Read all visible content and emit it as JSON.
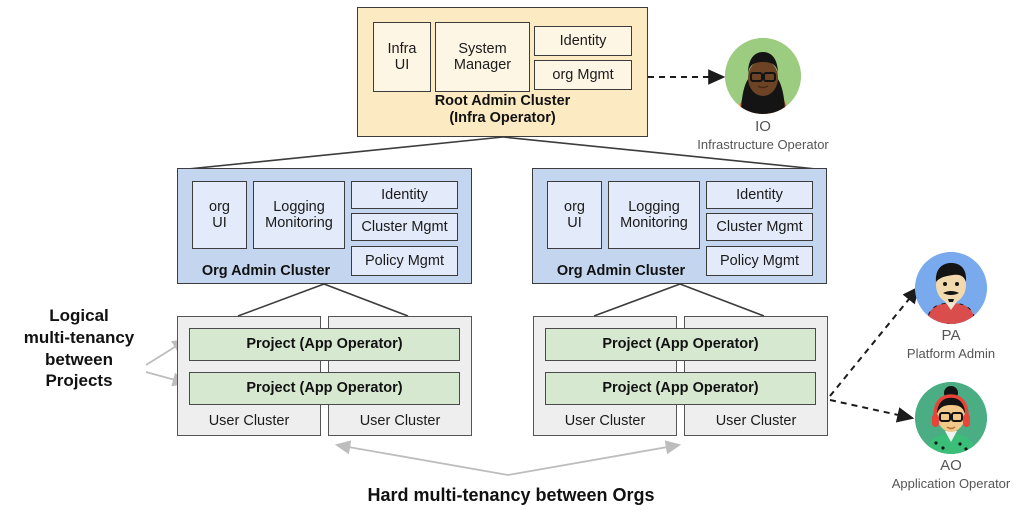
{
  "diagram": {
    "root_cluster": {
      "title_line1": "Root Admin Cluster",
      "title_line2": "(Infra Operator)",
      "components": [
        {
          "name": "infra-ui",
          "line1": "Infra",
          "line2": "UI"
        },
        {
          "name": "system-manager",
          "line1": "System",
          "line2": "Manager"
        },
        {
          "name": "identity",
          "line1": "Identity",
          "line2": ""
        },
        {
          "name": "org-mgmt",
          "line1": "org Mgmt",
          "line2": ""
        }
      ]
    },
    "org_clusters": [
      {
        "id": "org-admin-cluster-left",
        "title": "Org Admin Cluster",
        "components": [
          {
            "name": "org-ui",
            "line1": "org",
            "line2": "UI"
          },
          {
            "name": "logging-monitoring",
            "line1": "Logging",
            "line2": "Monitoring"
          },
          {
            "name": "identity",
            "line1": "Identity",
            "line2": ""
          },
          {
            "name": "cluster-mgmt",
            "line1": "Cluster Mgmt",
            "line2": ""
          },
          {
            "name": "policy-mgmt",
            "line1": "Policy Mgmt",
            "line2": ""
          }
        ],
        "projects": [
          {
            "name": "project-top",
            "label": "Project (App Operator)"
          },
          {
            "name": "project-bottom",
            "label": "Project (App Operator)"
          }
        ],
        "user_clusters": [
          {
            "name": "user-cluster-left",
            "label": "User Cluster"
          },
          {
            "name": "user-cluster-right",
            "label": "User Cluster"
          }
        ]
      },
      {
        "id": "org-admin-cluster-right",
        "title": "Org Admin Cluster",
        "components": [
          {
            "name": "org-ui",
            "line1": "org",
            "line2": "UI"
          },
          {
            "name": "logging-monitoring",
            "line1": "Logging",
            "line2": "Monitoring"
          },
          {
            "name": "identity",
            "line1": "Identity",
            "line2": ""
          },
          {
            "name": "cluster-mgmt",
            "line1": "Cluster Mgmt",
            "line2": ""
          },
          {
            "name": "policy-mgmt",
            "line1": "Policy Mgmt",
            "line2": ""
          }
        ],
        "projects": [
          {
            "name": "project-top",
            "label": "Project (App Operator)"
          },
          {
            "name": "project-bottom",
            "label": "Project  (App Operator)"
          }
        ],
        "user_clusters": [
          {
            "name": "user-cluster-left",
            "label": "User Cluster"
          },
          {
            "name": "user-cluster-right",
            "label": "User Cluster"
          }
        ]
      }
    ],
    "personas": [
      {
        "id": "io",
        "code": "IO",
        "role": "Infrastructure Operator",
        "avatar": "woman-glasses-long-hair-avatar",
        "circle_color": "#9ccc7f"
      },
      {
        "id": "pa",
        "code": "PA",
        "role": "Platform Admin",
        "avatar": "man-mustache-plaid-shirt-avatar",
        "circle_color": "#7aaaee"
      },
      {
        "id": "ao",
        "code": "AO",
        "role": "Application Operator",
        "avatar": "woman-bun-headphones-glasses-avatar",
        "circle_color": "#4aad83"
      }
    ],
    "annotations": {
      "left_note_lines": [
        "Logical",
        "multi-tenancy",
        "between",
        "Projects"
      ],
      "bottom_note": "Hard multi-tenancy between Orgs"
    },
    "colors": {
      "root_fill": "#fbeac2",
      "root_inner_fill": "#fdf6e4",
      "org_fill": "#c4d5ef",
      "org_inner_fill": "#e3eaf9",
      "project_fill": "#d7e8d1",
      "user_cluster_fill": "#eeeeee",
      "stroke": "#3c3c3c",
      "arrow_gray": "#bdbdbd",
      "arrow_dark": "#1b1b1b"
    }
  }
}
